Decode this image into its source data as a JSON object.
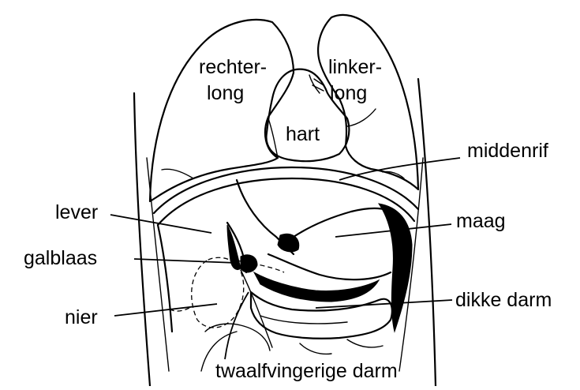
{
  "diagram": {
    "organs": {
      "right_lung": [
        "rechter-",
        "long"
      ],
      "left_lung": [
        "linker-",
        "long"
      ],
      "heart": "hart"
    },
    "labels": {
      "diaphragm": "middenrif",
      "liver": "lever",
      "stomach": "maag",
      "gallbladder": "galblaas",
      "large_intestine": "dikke darm",
      "kidney": "nier",
      "duodenum": "twaalfvingerige darm"
    }
  }
}
